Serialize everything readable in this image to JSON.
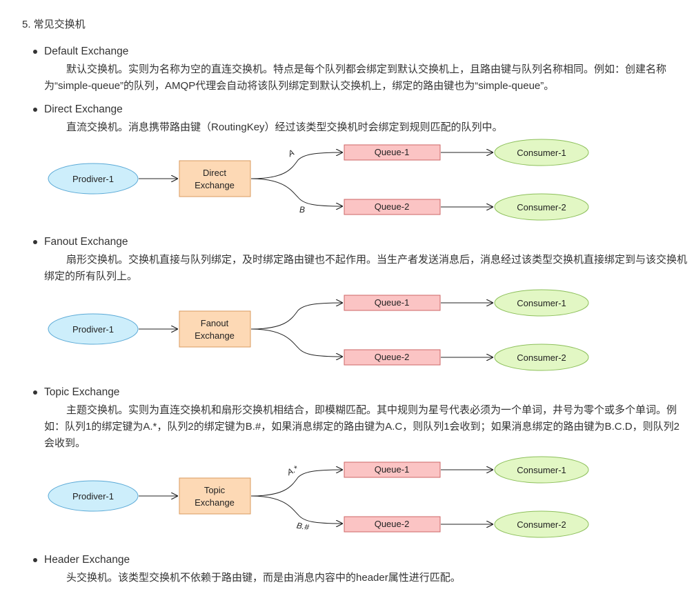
{
  "heading": "5. 常见交换机",
  "sections": [
    {
      "title": "Default Exchange",
      "description": "默认交换机。实则为名称为空的直连交换机。特点是每个队列都会绑定到默认交换机上，且路由键与队列名称相同。例如：创建名称为“simple-queue”的队列，AMQP代理会自动将该队列绑定到默认交换机上，绑定的路由键也为“simple-queue”。"
    },
    {
      "title": "Direct Exchange",
      "description": "直流交换机。消息携带路由键（RoutingKey）经过该类型交换机时会绑定到规则匹配的队列中。",
      "diagram": {
        "producer": "Prodiver-1",
        "exchange_line1": "Direct",
        "exchange_line2": "Exchange",
        "label_top": "A",
        "label_bottom": "B",
        "queue1": "Queue-1",
        "queue2": "Queue-2",
        "consumer1": "Consumer-1",
        "consumer2": "Consumer-2"
      }
    },
    {
      "title": "Fanout Exchange",
      "description": "扇形交换机。交换机直接与队列绑定，及时绑定路由键也不起作用。当生产者发送消息后，消息经过该类型交换机直接绑定到与该交换机绑定的所有队列上。",
      "diagram": {
        "producer": "Prodiver-1",
        "exchange_line1": "Fanout",
        "exchange_line2": "Exchange",
        "label_top": "",
        "label_bottom": "",
        "queue1": "Queue-1",
        "queue2": "Queue-2",
        "consumer1": "Consumer-1",
        "consumer2": "Consumer-2"
      }
    },
    {
      "title": "Topic Exchange",
      "description": "主题交换机。实则为直连交换机和扇形交换机相结合，即模糊匹配。其中规则为星号代表必须为一个单词，井号为零个或多个单词。例如：队列1的绑定键为A.*，队列2的绑定键为B.#，如果消息绑定的路由键为A.C，则队列1会收到；如果消息绑定的路由键为B.C.D，则队列2会收到。",
      "diagram": {
        "producer": "Prodiver-1",
        "exchange_line1": "Topic",
        "exchange_line2": "Exchange",
        "label_top": "A.*",
        "label_bottom": "B.#",
        "queue1": "Queue-1",
        "queue2": "Queue-2",
        "consumer1": "Consumer-1",
        "consumer2": "Consumer-2"
      }
    },
    {
      "title": "Header Exchange",
      "description": "头交换机。该类型交换机不依赖于路由键，而是由消息内容中的header属性进行匹配。"
    }
  ],
  "colors": {
    "producer_fill": "#cdeefb",
    "producer_stroke": "#5aa9d6",
    "exchange_fill": "#fdd9b5",
    "exchange_stroke": "#d99a5e",
    "queue_fill": "#fbc4c4",
    "queue_stroke": "#cc6666",
    "consumer_fill": "#e2f7c4",
    "consumer_stroke": "#8cbf5a"
  }
}
